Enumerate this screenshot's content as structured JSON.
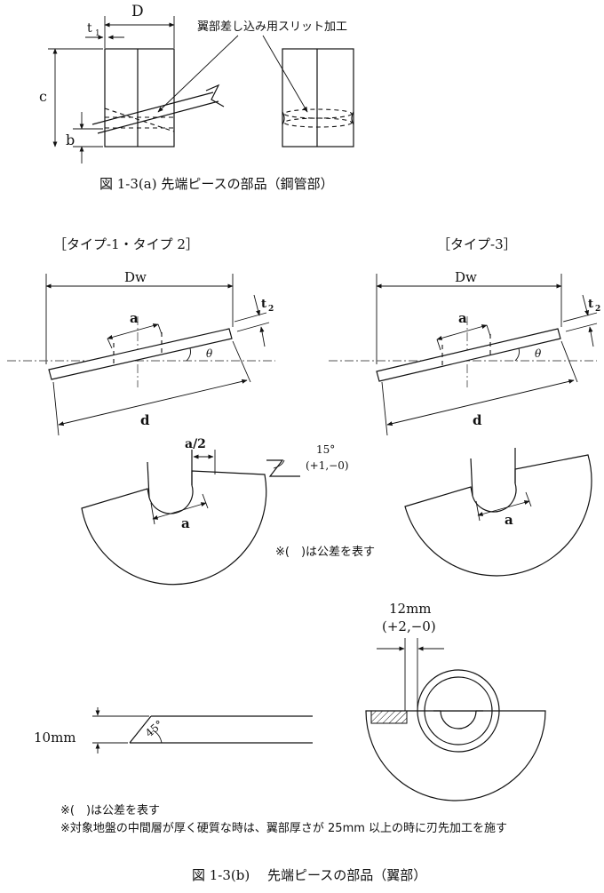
{
  "fig_a": {
    "caption": "図 1-3(a) 先端ピースの部品（鋼管部）",
    "label_D": "D",
    "label_t1": "t",
    "label_t1_sub": "1",
    "label_c": "c",
    "label_b": "b",
    "slit_note": "翼部差し込み用スリット加工"
  },
  "fig_b": {
    "type12_title": "［タイプ-1・タイプ 2］",
    "type3_title": "［タイプ-3］",
    "label_Dw": "Dw",
    "label_t2": "t",
    "label_t2_sub": "2",
    "label_a": "a",
    "label_theta": "θ",
    "label_d": "d",
    "label_a_half": "a/2",
    "angle_15": "15°",
    "tol_15": "(+1,−0)",
    "note_tolerance_mid": "※(　)は公差を表す",
    "label_12mm": "12mm",
    "tol_12mm": "(+2,−0)",
    "label_10mm": "10mm",
    "label_45": "45°",
    "note_tolerance": "※(　)は公差を表す",
    "note_ground": "※対象地盤の中間層が厚く硬質な時は、翼部厚さが 25mm 以上の時に刃先加工を施す",
    "caption": "図 1-3(b)　 先端ピースの部品（翼部）"
  }
}
